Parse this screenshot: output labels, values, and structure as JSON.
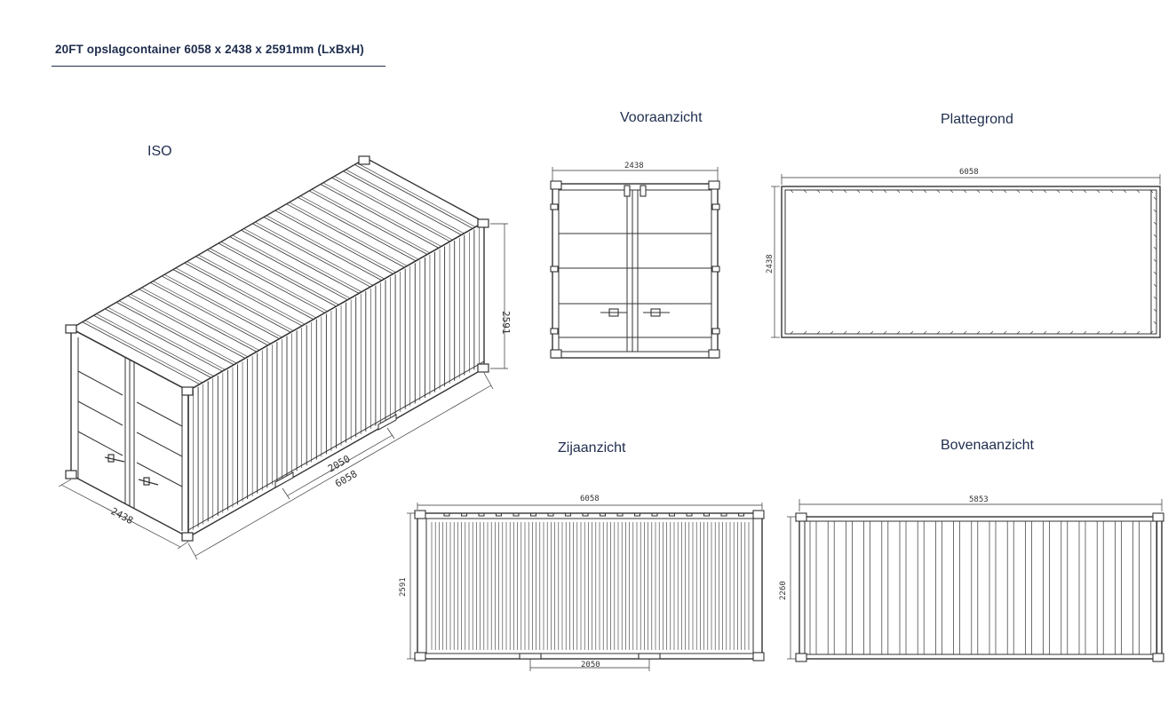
{
  "title": "20FT opslagcontainer  6058 x 2438 x 2591mm (LxBxH)",
  "colors": {
    "ink": "#1f2d4d",
    "line": "#333333"
  },
  "views": {
    "iso": {
      "label": "ISO",
      "dims": {
        "length": "6058",
        "door_gap": "2050",
        "width": "2438",
        "height": "2591"
      }
    },
    "front": {
      "label": "Vooraanzicht",
      "dims": {
        "width": "2438"
      }
    },
    "plan": {
      "label": "Plattegrond",
      "dims": {
        "length": "6058",
        "width": "2438"
      }
    },
    "side": {
      "label": "Zijaanzicht",
      "dims": {
        "length": "6058",
        "height": "2591",
        "opening": "2050"
      }
    },
    "top": {
      "label": "Bovenaanzicht",
      "dims": {
        "length": "5853",
        "width": "2260"
      }
    }
  }
}
